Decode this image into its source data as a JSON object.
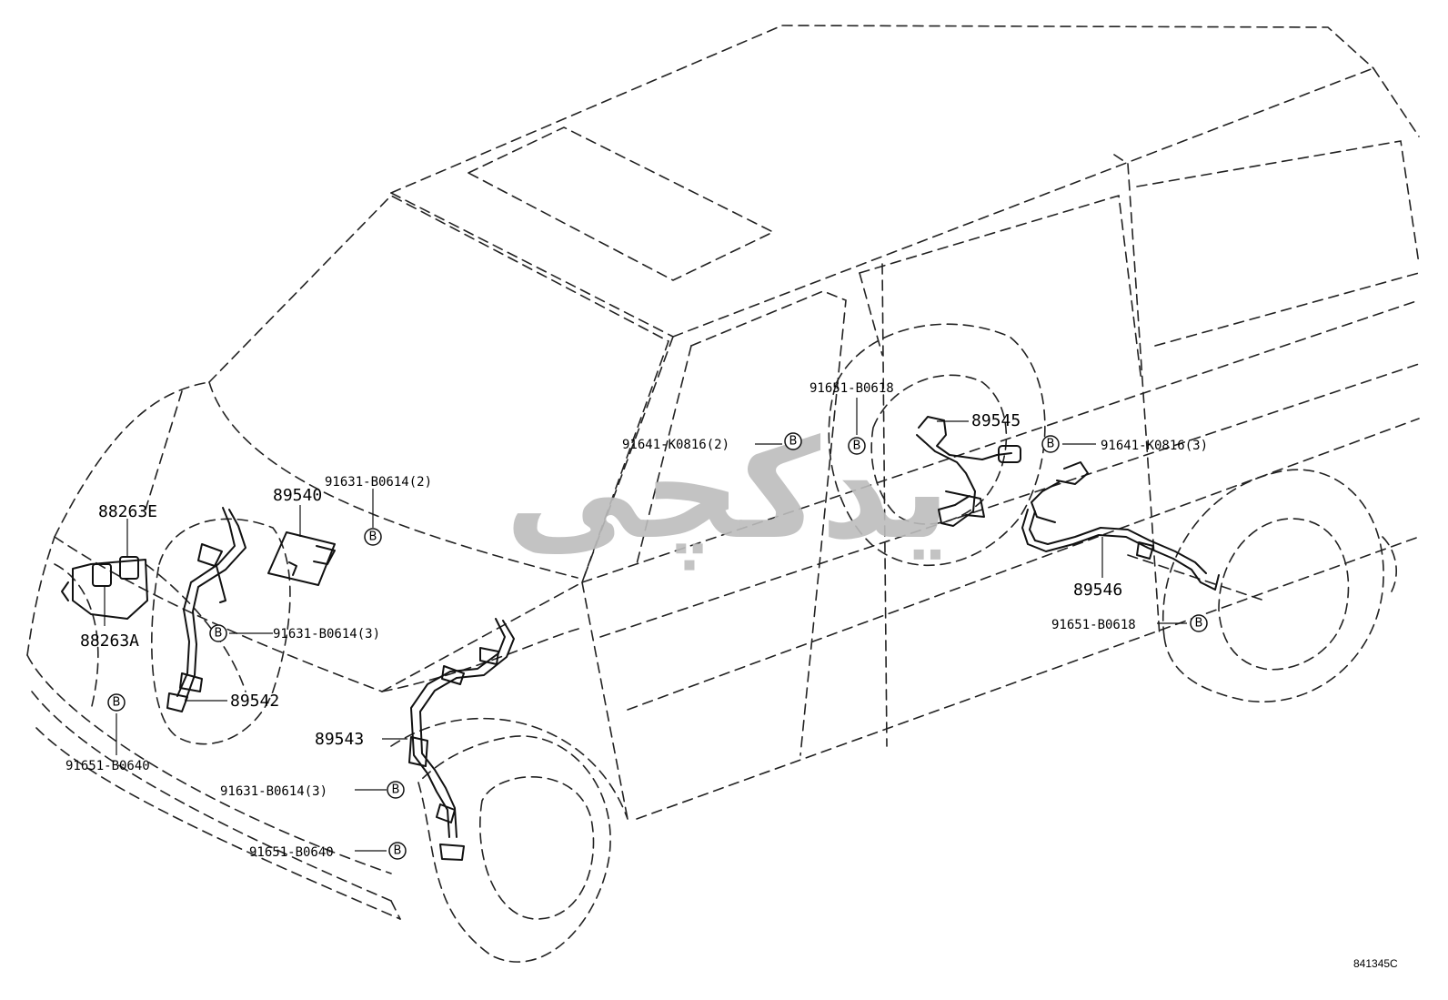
{
  "diagram": {
    "watermark": "یدکچی",
    "code": "841345C",
    "parts": [
      {
        "id": "p1",
        "label": "88263E"
      },
      {
        "id": "p2",
        "label": "88263A"
      },
      {
        "id": "p3",
        "label": "89540"
      },
      {
        "id": "p4",
        "label": "91631-B0614(2)"
      },
      {
        "id": "p5",
        "label": "91631-B0614(3)"
      },
      {
        "id": "p6",
        "label": "89542"
      },
      {
        "id": "p7",
        "label": "89543"
      },
      {
        "id": "p8",
        "label": "91651-B0640"
      },
      {
        "id": "p9",
        "label": "91631-B0614(3)"
      },
      {
        "id": "p10",
        "label": "91651-B0640"
      },
      {
        "id": "p11",
        "label": "91641-K0816(2)"
      },
      {
        "id": "p12",
        "label": "91651-B0618"
      },
      {
        "id": "p13",
        "label": "89545"
      },
      {
        "id": "p14",
        "label": "91641-K0816(3)"
      },
      {
        "id": "p15",
        "label": "89546"
      },
      {
        "id": "p16",
        "label": "91651-B0618"
      }
    ],
    "bolt_mark": "B"
  }
}
